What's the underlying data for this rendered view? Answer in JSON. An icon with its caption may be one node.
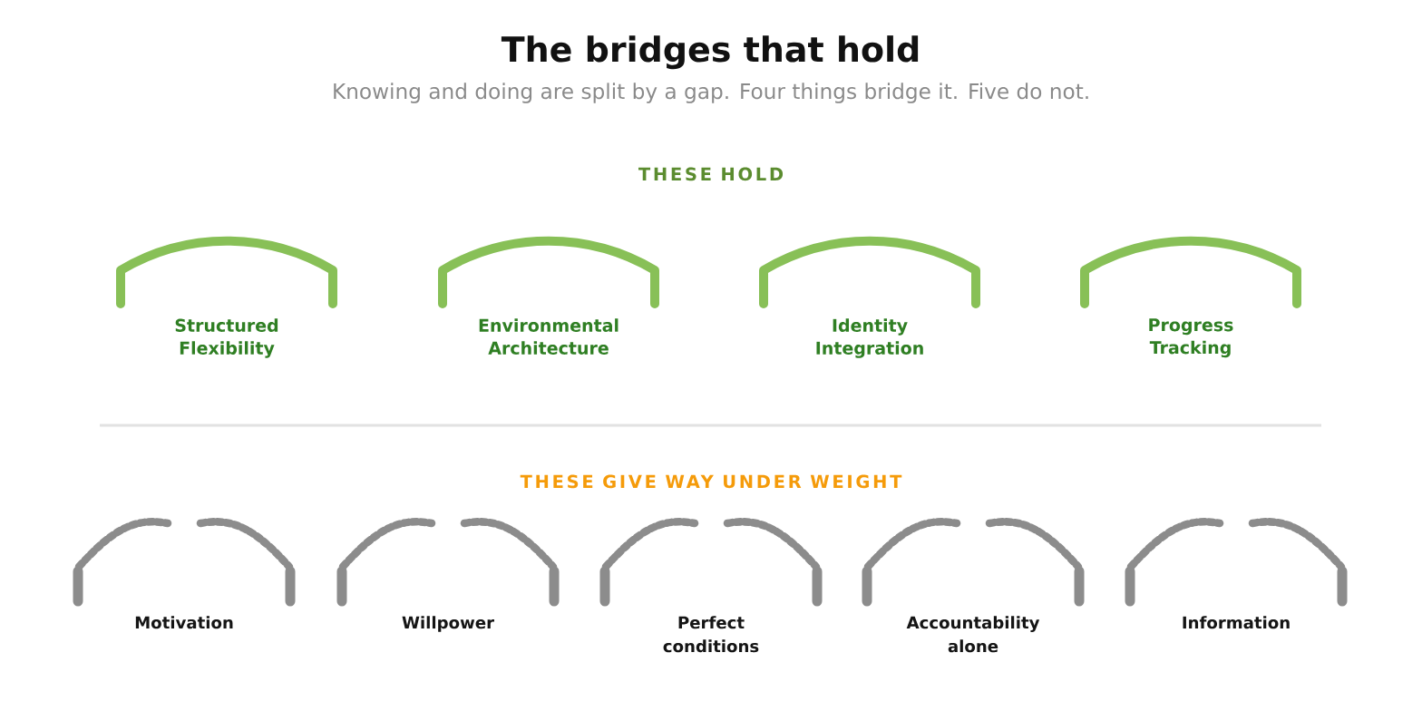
{
  "diagram": {
    "title": "The bridges that hold",
    "nodes": [
      {
        "text": [
          "Structured Flexibility"
        ]
      },
      {
        "text": [
          "Environmental Architecture"
        ]
      },
      {
        "text": [
          "Identity Integration"
        ]
      },
      {
        "text": [
          "Progress Tracking"
        ]
      },
      {
        "text": [
          "Motivation"
        ]
      },
      {
        "text": [
          "Willpower"
        ]
      },
      {
        "text": [
          "Perfect conditions"
        ]
      },
      {
        "text": [
          "Accountability alone"
        ]
      },
      {
        "text": [
          "Information"
        ]
      }
    ],
    "edges": [],
    "labels": [
      "Knowing and doing are split by a gap. Four things bridge it. Five do not.",
      "THESE HOLD",
      "THESE GIVE WAY UNDER WEIGHT"
    ]
  }
}
